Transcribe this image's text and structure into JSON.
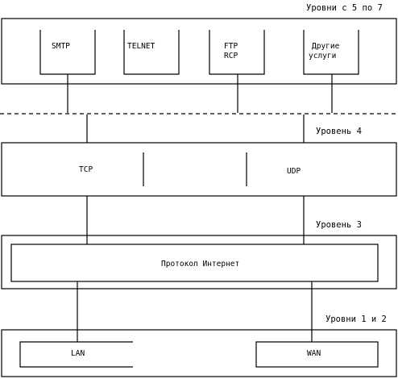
{
  "levels": {
    "top": "Уровни с 5 по 7",
    "four": "Уровень 4",
    "three": "Уровень 3",
    "bottom": "Уровни 1 и 2"
  },
  "apps": {
    "smtp": "SMTP",
    "telnet": "TELNET",
    "ftp_line1": "FTP",
    "ftp_line2": "RCP",
    "other_line1": "Другие",
    "other_line2": "услуги"
  },
  "transport": {
    "tcp": "TCP",
    "udp": "UDP"
  },
  "network": {
    "ip": "Протокол Интернет"
  },
  "links": {
    "lan": "LAN",
    "wan": "WAN"
  }
}
